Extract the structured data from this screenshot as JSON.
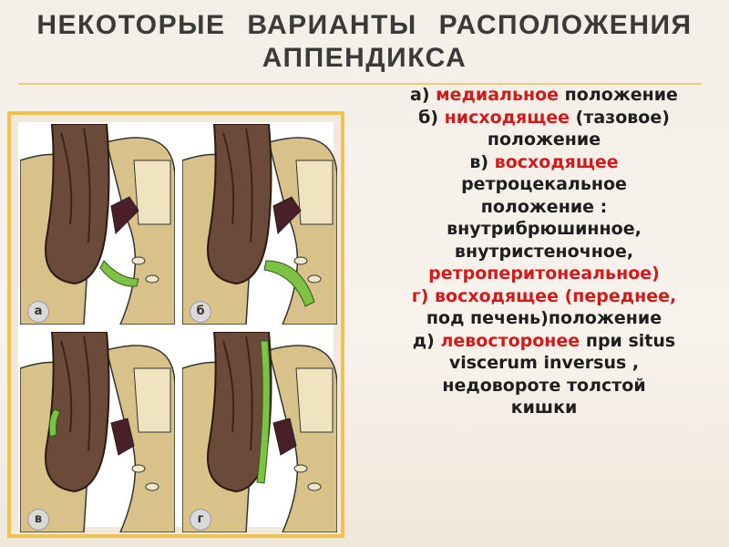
{
  "title": {
    "line1": "НЕКОТОРЫЕ ВАРИАНТЫ РАСПОЛОЖЕНИЯ",
    "line2": "АППЕНДИКСА"
  },
  "figure": {
    "panels": [
      {
        "letter": "а"
      },
      {
        "letter": "б"
      },
      {
        "letter": "в"
      },
      {
        "letter": "г"
      }
    ]
  },
  "list": {
    "bullet": "",
    "items": [
      {
        "lines": [
          [
            "а) ",
            "медиальное",
            " положение"
          ]
        ]
      },
      {
        "lines": [
          [
            "б) ",
            "нисходящее",
            " (тазовое)"
          ],
          [
            "положение"
          ]
        ]
      },
      {
        "lines": [
          [
            "в) ",
            "восходящее"
          ],
          [
            "ретроцекальное"
          ],
          [
            "положение :"
          ],
          [
            "внутрибрюшинное,"
          ],
          [
            "внутристеночное,"
          ],
          [
            "",
            "ретроперитонеальное)"
          ]
        ]
      },
      {
        "lines": [
          [
            "",
            "г) восходящее (переднее,"
          ],
          [
            "под печень)положение"
          ]
        ]
      },
      {
        "lines": [
          [
            "д) ",
            "левосторонее",
            " при situs"
          ],
          [
            "viscerum inversus ,"
          ],
          [
            "недовороте толстой"
          ],
          [
            "кишки"
          ]
        ]
      }
    ]
  },
  "colors": {
    "accent_red": "#d21a1a",
    "bullet": "#e7a626",
    "frame": "#f3c24a",
    "appendix": "#7dc242",
    "colon": "#6b4a3a",
    "bone": "#d8c28a"
  }
}
